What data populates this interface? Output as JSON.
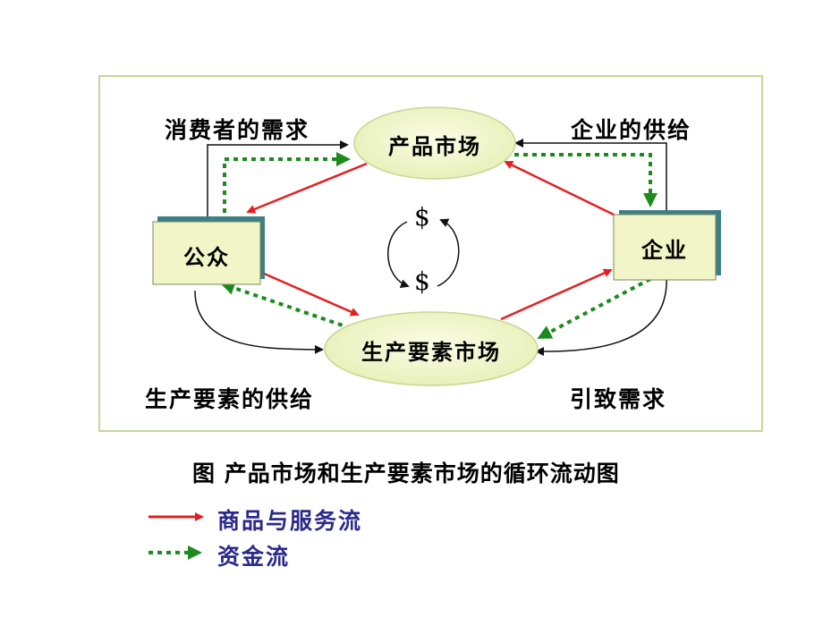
{
  "nodes": {
    "product_market": "产品市场",
    "factor_market": "生产要素市场",
    "public": "公众",
    "enterprise": "企业"
  },
  "labels": {
    "consumer_demand": "消费者的需求",
    "enterprise_supply": "企业的供给",
    "factor_supply": "生产要素的供给",
    "induced_demand": "引致需求",
    "dollar_top": "$",
    "dollar_bottom": "$"
  },
  "caption": "图 产品市场和生产要素市场的循环流动图",
  "legend": {
    "goods_flow": "商品与服务流",
    "money_flow": "资金流"
  },
  "colors": {
    "frame_border": "#c6d89a",
    "node_fill": "#f1f5c7",
    "box_shadow": "#3e7f86",
    "goods_arrow": "#e32021",
    "money_arrow": "#1d8a1d",
    "legend_text": "#2b2a8c"
  }
}
